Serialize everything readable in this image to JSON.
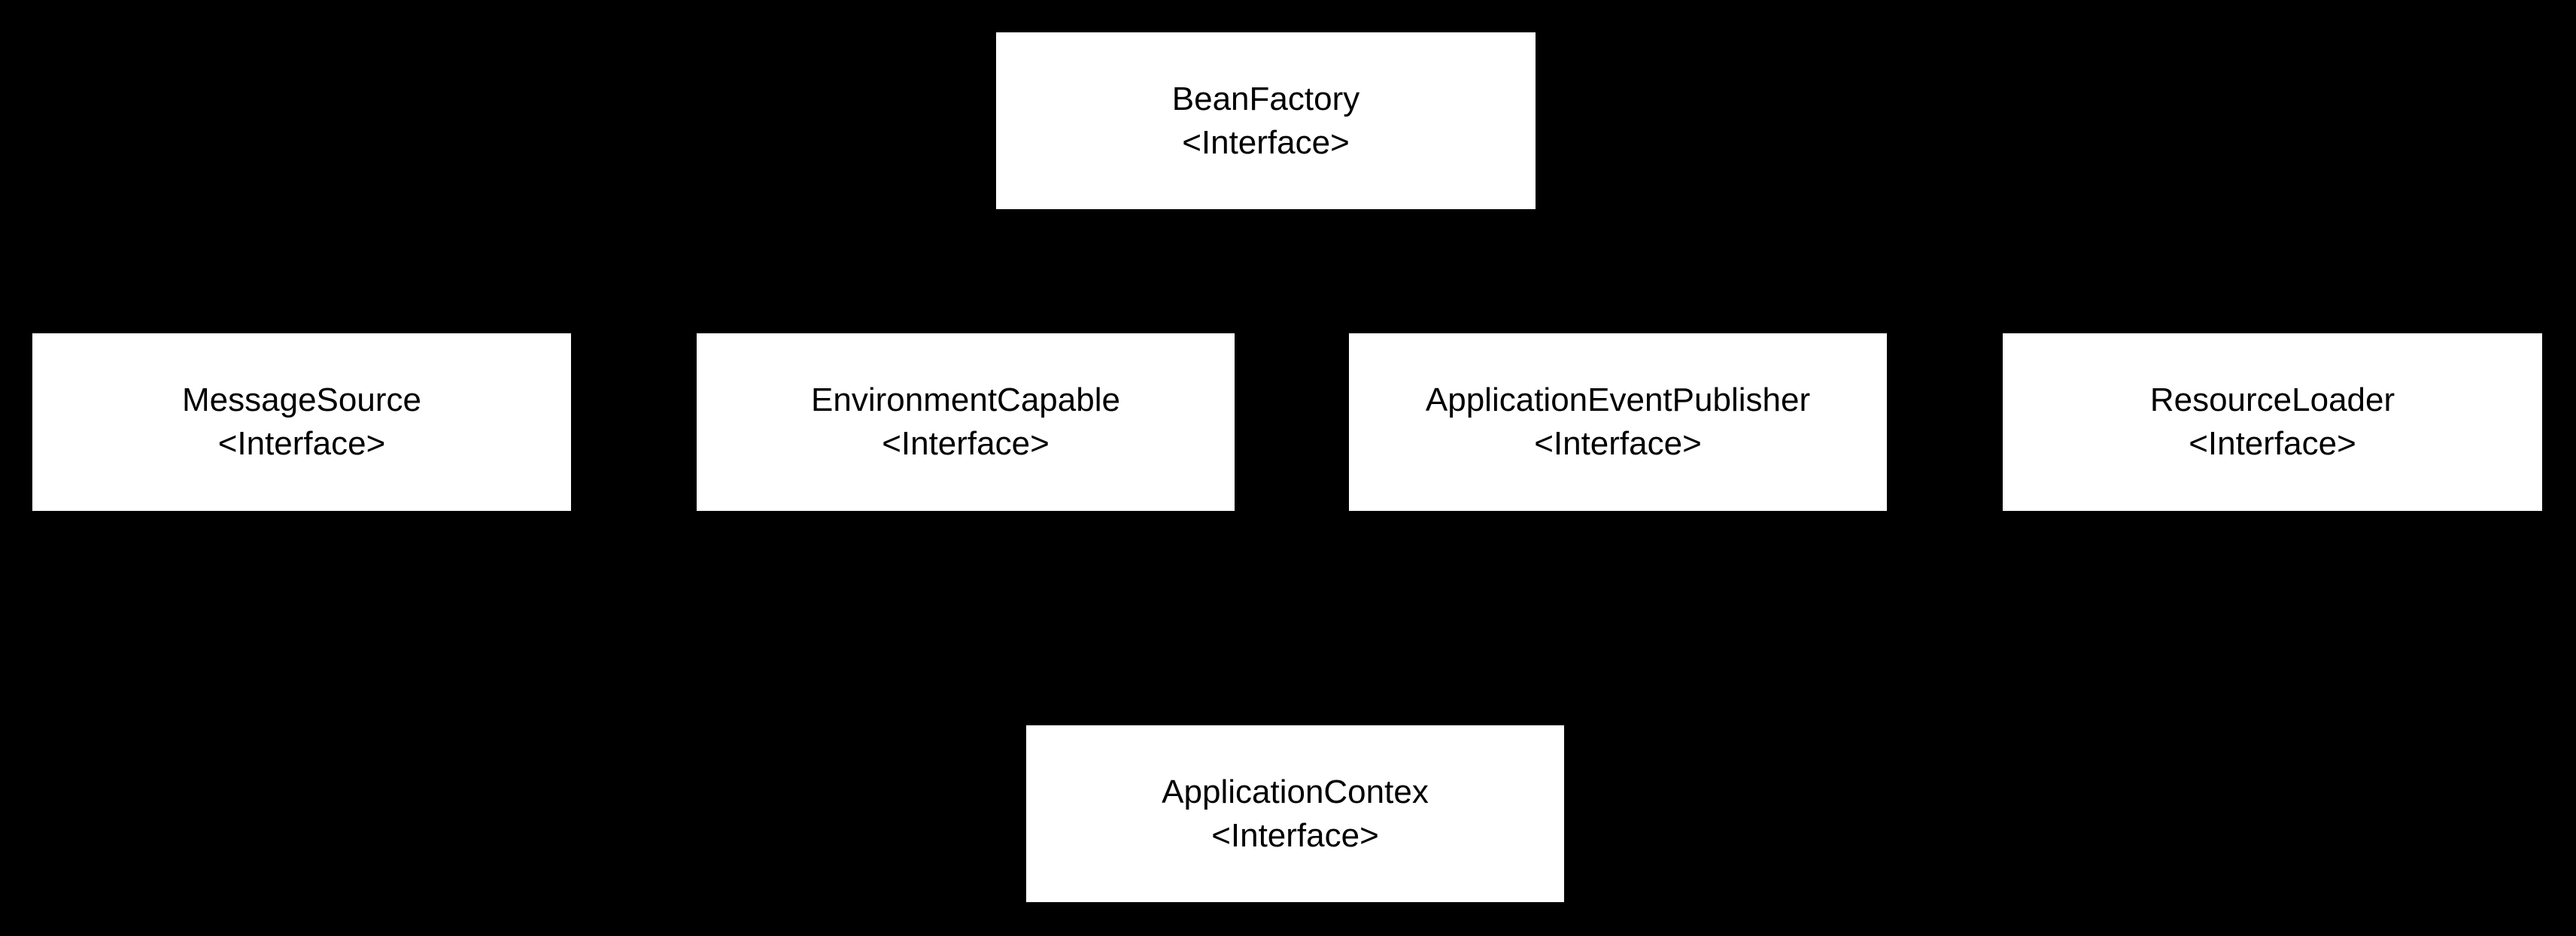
{
  "diagram": {
    "background_color": "#000000",
    "node_fill_color": "#ffffff",
    "node_text_color": "#000000",
    "nodes": [
      {
        "id": "bean-factory",
        "title": "BeanFactory",
        "stereotype": "<Interface>"
      },
      {
        "id": "message-source",
        "title": "MessageSource",
        "stereotype": "<Interface>"
      },
      {
        "id": "environment-capable",
        "title": "EnvironmentCapable",
        "stereotype": "<Interface>"
      },
      {
        "id": "application-event-publisher",
        "title": "ApplicationEventPublisher",
        "stereotype": "<Interface>"
      },
      {
        "id": "resource-loader",
        "title": "ResourceLoader",
        "stereotype": "<Interface>"
      },
      {
        "id": "application-contex",
        "title": "ApplicationContex",
        "stereotype": "<Interface>"
      }
    ]
  }
}
